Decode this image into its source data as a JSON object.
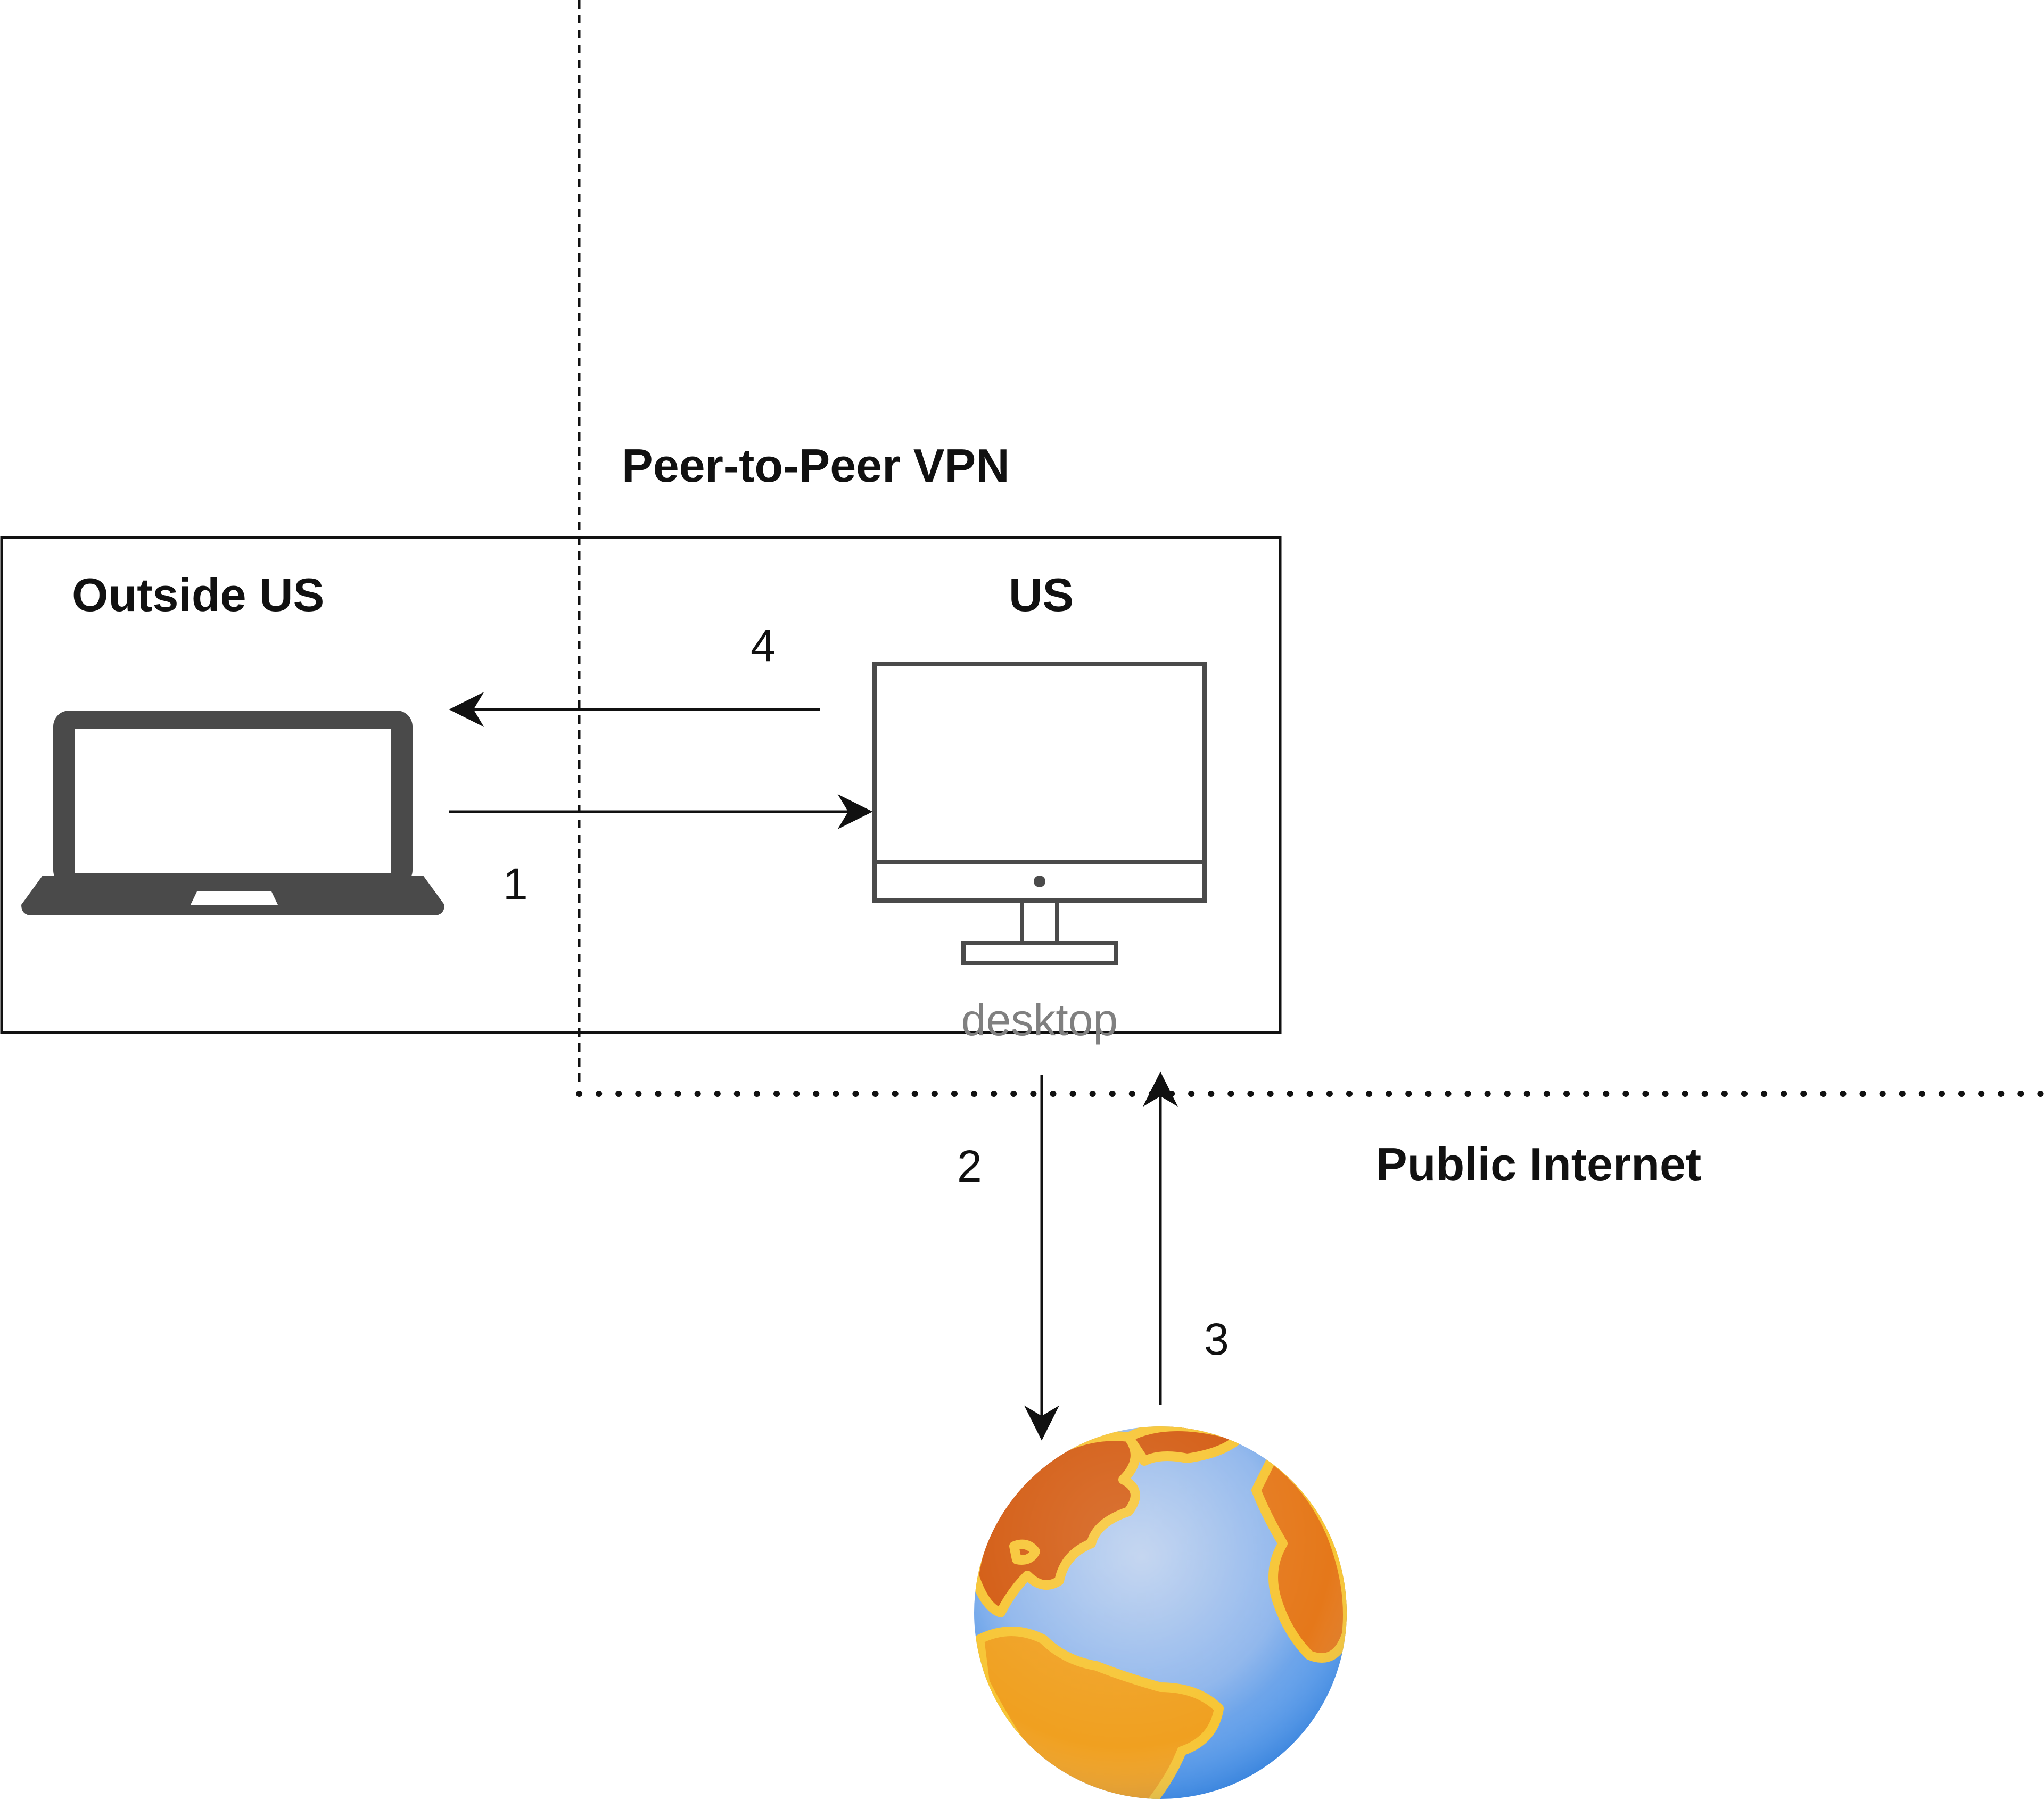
{
  "diagram": {
    "vpn_label": "Peer-to-Peer VPN",
    "outside_label": "Outside US",
    "us_label": "US",
    "internet_label": "Public Internet",
    "desktop_caption": "desktop",
    "steps": {
      "step1": "1",
      "step2": "2",
      "step3": "3",
      "step4": "4"
    },
    "icons": {
      "laptop": "laptop-icon",
      "desktop": "desktop-monitor-icon",
      "internet": "globe-icon"
    },
    "colors": {
      "laptop": "#4a4a4a",
      "ocean_light": "#a9c4ec",
      "ocean_dark": "#2f86e8",
      "land_orange": "#e58a1a",
      "land_dark": "#d35a10",
      "land_outline": "#f7c534",
      "line": "#111111"
    }
  }
}
